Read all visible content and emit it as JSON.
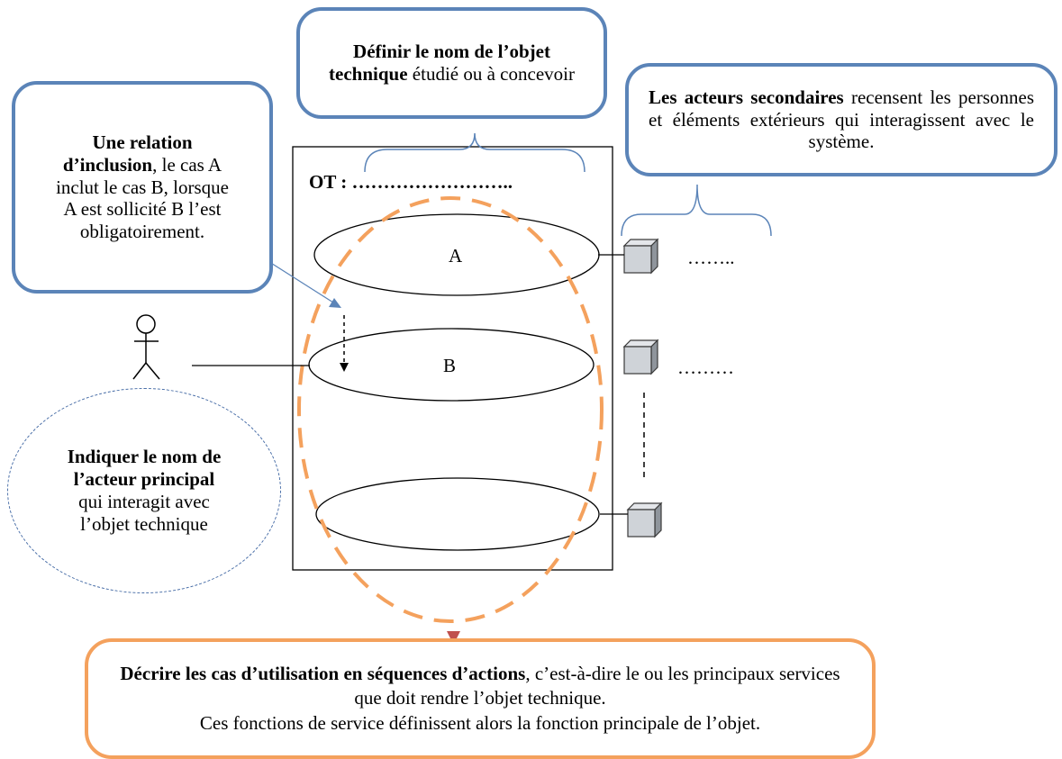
{
  "callouts": {
    "objet": {
      "bold": "Définir le nom de l’objet technique",
      "rest": " étudié ou à concevoir"
    },
    "inclusion": {
      "bold": "Une relation d’inclusion",
      "rest": ", le cas A inclut le cas B, lorsque A est sollicité B l’est obligatoirement."
    },
    "acteurs_secondaires": {
      "bold": "Les acteurs secondaires",
      "rest": " recensent les personnes et éléments extérieurs qui interagissent avec le système."
    },
    "acteur_principal": {
      "bold": "Indiquer le nom de l’acteur principal",
      "rest": " qui interagit avec l’objet technique"
    },
    "decrire": {
      "bold": "Décrire les cas d’utilisation en séquences d’actions",
      "rest": ", c’est-à-dire le ou les principaux services que doit rendre l’objet technique.",
      "line3": "Ces fonctions de service définissent alors la fonction principale de l’objet."
    }
  },
  "system": {
    "title": "OT : ……………………..",
    "use_case_a": "A",
    "use_case_b": "B",
    "use_case_c": ""
  },
  "secondary_actor_labels": [
    "……..",
    "………"
  ],
  "colors": {
    "callout_blue": "#5b84b8",
    "callout_orange": "#f4a15d",
    "dashed_ellipse": "#f4a15d",
    "arrow_red": "#c0504d",
    "cube_face": "#cfd3d8"
  }
}
